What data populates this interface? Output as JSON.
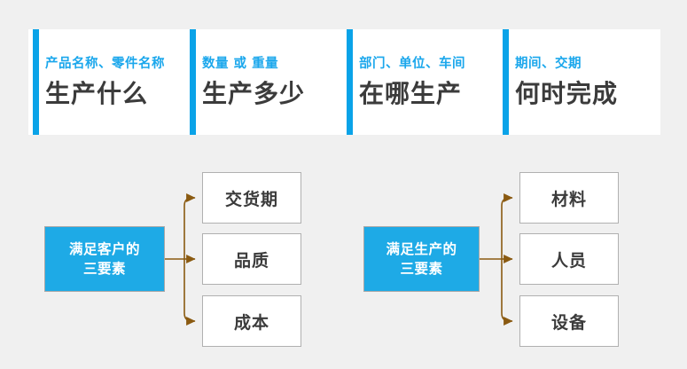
{
  "theme": {
    "background": "#f0f0f0",
    "card_background": "#ffffff",
    "accent_blue": "#0aa3e8",
    "subtitle_blue": "#1ba7ec",
    "box_blue": "#1eaae6",
    "title_gray": "#3b3b3b",
    "connector_brown": "#8a5a11",
    "box_border": "#b0b0b0"
  },
  "header": {
    "cards": [
      {
        "subtitle": "产品名称、零件名称",
        "title": "生产什么",
        "icon": "accent-bar"
      },
      {
        "subtitle": "数量 或 重量",
        "title": "生产多少",
        "icon": "accent-bar"
      },
      {
        "subtitle": "部门、单位、车间",
        "title": "在哪生产",
        "icon": "accent-bar"
      },
      {
        "subtitle": "期间、交期",
        "title": "何时完成",
        "icon": "accent-bar"
      }
    ]
  },
  "flow": {
    "groups": [
      {
        "source": "满足客户的\n三要素",
        "source_line1": "满足客户的",
        "source_line2": "三要素",
        "items": [
          "交货期",
          "品质",
          "成本"
        ]
      },
      {
        "source": "满足生产的\n三要素",
        "source_line1": "满足生产的",
        "source_line2": "三要素",
        "items": [
          "材料",
          "人员",
          "设备"
        ]
      }
    ]
  }
}
